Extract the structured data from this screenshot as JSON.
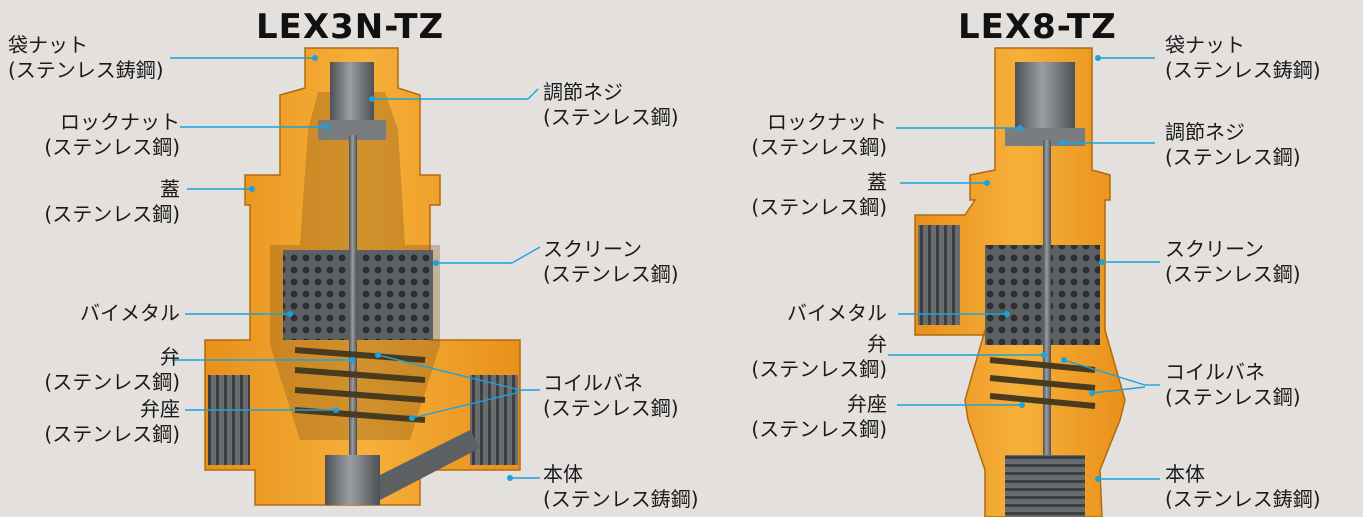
{
  "titles": {
    "left": "LEX3N-TZ",
    "right": "LEX8-TZ"
  },
  "left_labels": {
    "cap_nut": [
      "袋ナット",
      "(ステンレス鋳鋼)"
    ],
    "lock_nut": [
      "ロックナット",
      "(ステンレス鋼)"
    ],
    "lid": [
      "蓋",
      "(ステンレス鋼)"
    ],
    "bimetal": [
      "バイメタル"
    ],
    "valve": [
      "弁",
      "(ステンレス鋼)"
    ],
    "valve_seat": [
      "弁座",
      "(ステンレス鋼)"
    ],
    "adjust_screw": [
      "調節ネジ",
      "(ステンレス鋼)"
    ],
    "screen": [
      "スクリーン",
      "(ステンレス鋼)"
    ],
    "coil_spring": [
      "コイルバネ",
      "(ステンレス鋼)"
    ],
    "body": [
      "本体",
      "(ステンレス鋳鋼)"
    ]
  },
  "right_labels": {
    "cap_nut": [
      "袋ナット",
      "(ステンレス鋳鋼)"
    ],
    "lock_nut": [
      "ロックナット",
      "(ステンレス鋼)"
    ],
    "adjust_screw": [
      "調節ネジ",
      "(ステンレス鋼)"
    ],
    "lid": [
      "蓋",
      "(ステンレス鋼)"
    ],
    "screen": [
      "スクリーン",
      "(ステンレス鋼)"
    ],
    "bimetal": [
      "バイメタル"
    ],
    "valve": [
      "弁",
      "(ステンレス鋼)"
    ],
    "coil_spring": [
      "コイルバネ",
      "(ステンレス鋼)"
    ],
    "valve_seat": [
      "弁座",
      "(ステンレス鋼)"
    ],
    "body": [
      "本体",
      "(ステンレス鋳鋼)"
    ]
  },
  "colors": {
    "background": "#e3e0de",
    "body_orange": "#f0a01c",
    "steel": "#6f7275",
    "leader_line": "#1aa3dc"
  }
}
